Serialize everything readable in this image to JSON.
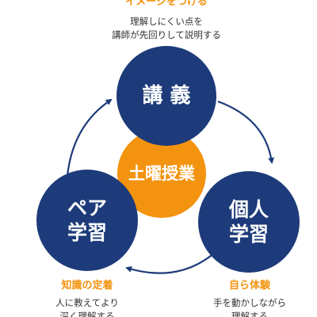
{
  "colors": {
    "navy": "#1d3b7a",
    "orange": "#f3930f",
    "white": "#ffffff",
    "text": "#333333"
  },
  "top_caption": {
    "title": "イメージをつける",
    "desc_line1": "理解しにくい点を",
    "desc_line2": "講師が先回りして説明する"
  },
  "center_label": "土曜授業",
  "circle_lecture": {
    "label": "講 義"
  },
  "circle_individual": {
    "line1": "個人",
    "line2": "学習"
  },
  "circle_pair": {
    "line1": "ペア",
    "line2": "学習"
  },
  "left_caption": {
    "title": "知識の定着",
    "desc_line1": "人に教えてより",
    "desc_line2": "深く理解する"
  },
  "right_caption": {
    "title": "自ら体験",
    "desc_line1": "手を動かしながら",
    "desc_line2": "理解する"
  }
}
